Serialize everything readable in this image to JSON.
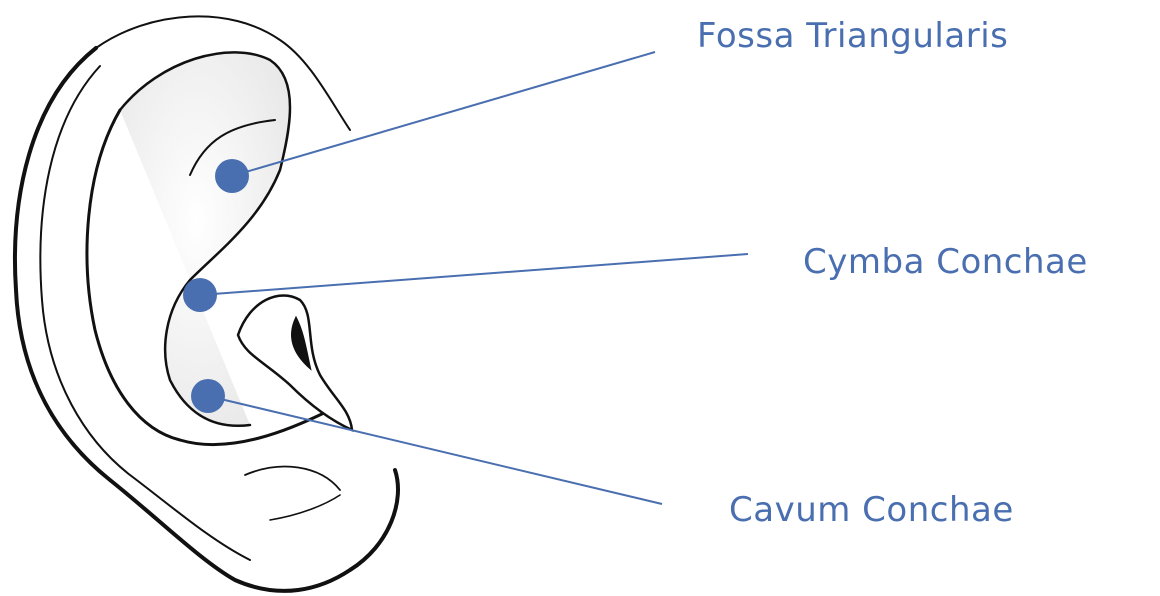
{
  "colors": {
    "accent": "#4a6fb0",
    "outline": "#111111",
    "ear_fill": "#f4f4f4"
  },
  "labels": {
    "fossa_triangularis": "Fossa Triangularis",
    "cymba_conchae": "Cymba Conchae",
    "cavum_conchae": "Cavum Conchae"
  },
  "figure": {
    "icon": "ear-icon"
  }
}
